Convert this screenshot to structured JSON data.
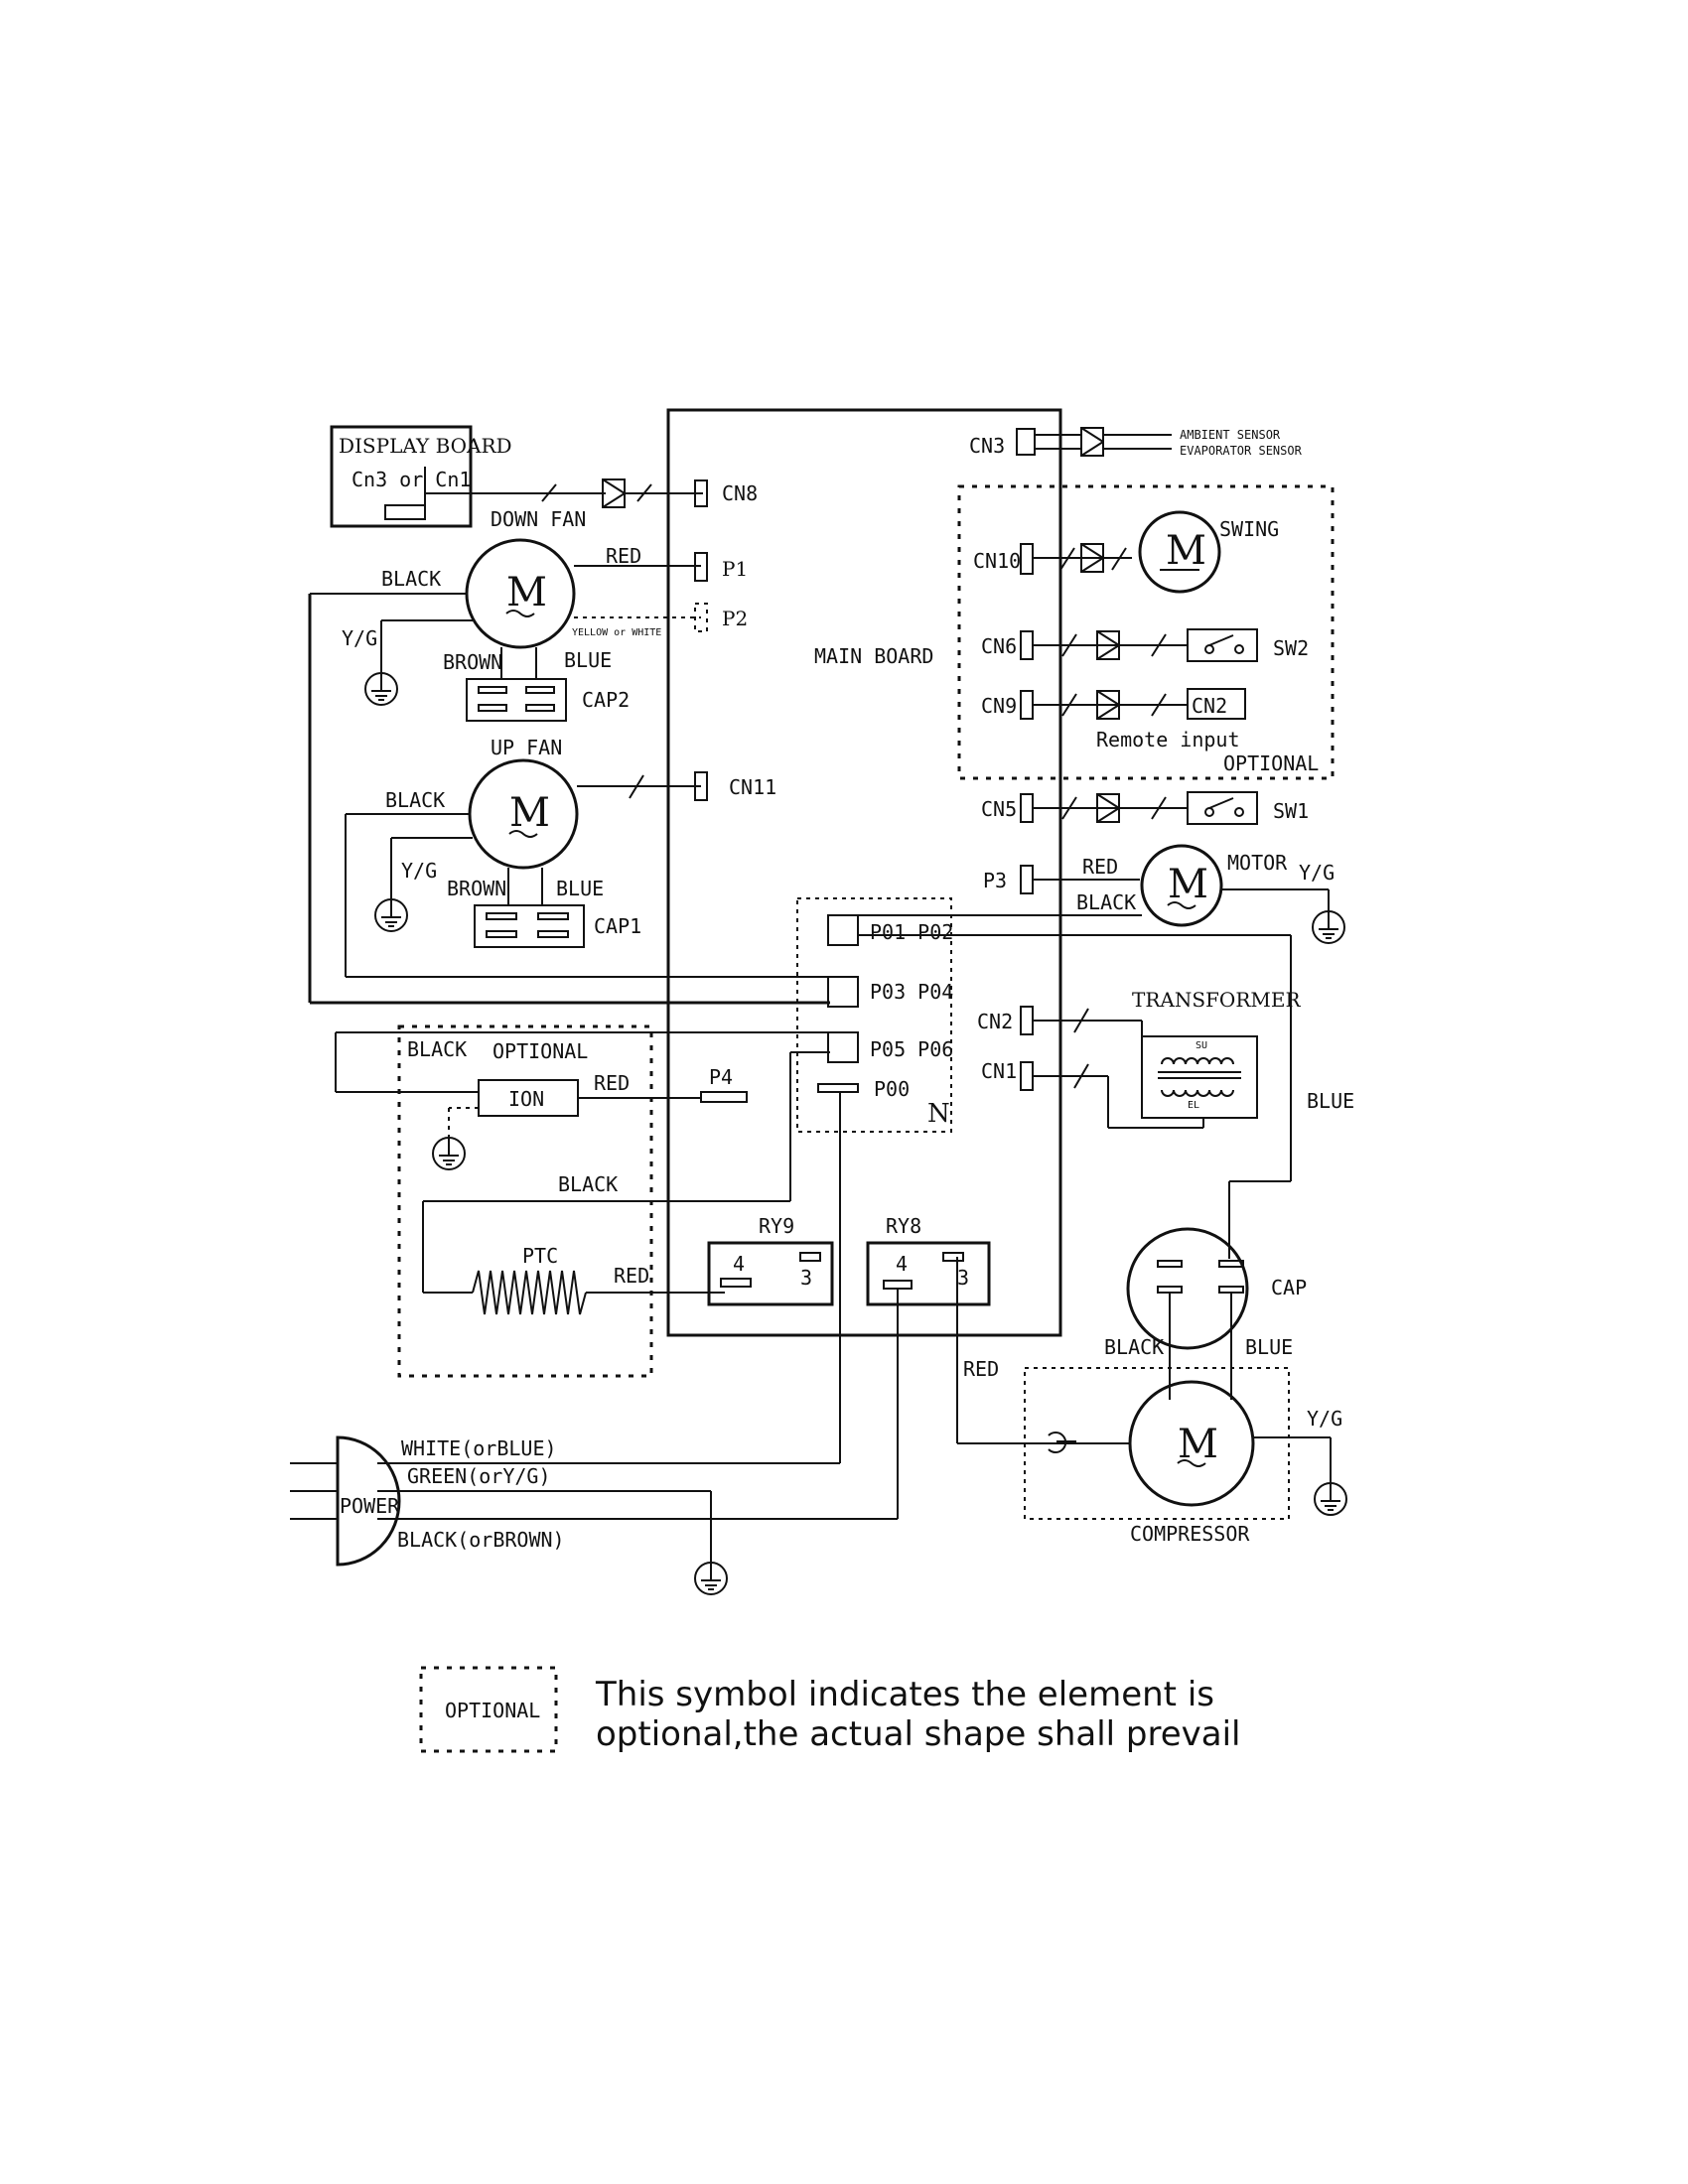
{
  "display_board": {
    "title": "DISPLAY BOARD",
    "connector": "Cn3 or Cn1"
  },
  "main_board": {
    "label": "MAIN BOARD"
  },
  "connectors": {
    "cn3": "CN3",
    "cn8": "CN8",
    "p1": "P1",
    "p2": "P2",
    "cn11": "CN11",
    "cn10": "CN10",
    "cn6": "CN6",
    "cn9": "CN9",
    "cn5": "CN5",
    "p3": "P3",
    "cn2": "CN2",
    "cn1": "CN1",
    "p4": "P4",
    "p00": "P00",
    "n": "N",
    "p01_p02": "P01 P02",
    "p03_p04": "P03 P04",
    "p05_p06": "P05 P06"
  },
  "sensors": {
    "ambient": "AMBIENT SENSOR",
    "evaporator": "EVAPORATOR SENSOR"
  },
  "down_fan": {
    "title": "DOWN FAN",
    "black": "BLACK",
    "red": "RED",
    "yg": "Y/G",
    "yellow_white": "YELLOW or WHITE",
    "brown": "BROWN",
    "blue": "BLUE",
    "cap": "CAP2"
  },
  "up_fan": {
    "title": "UP FAN",
    "black": "BLACK",
    "yg": "Y/G",
    "brown": "BROWN",
    "blue": "BLUE",
    "cap": "CAP1"
  },
  "swing": {
    "label": "SWING"
  },
  "optional_right": {
    "sw2": "SW2",
    "cn2_remote": "CN2",
    "remote_input": "Remote input",
    "optional": "OPTIONAL"
  },
  "sw1": "SW1",
  "motor": {
    "label": "MOTOR",
    "red": "RED",
    "black": "BLACK",
    "yg": "Y/G"
  },
  "transformer": {
    "label": "TRANSFORMER",
    "primary": "SU",
    "secondary": "EL"
  },
  "heater": {
    "black_top": "BLACK",
    "optional": "OPTIONAL",
    "ion": "ION",
    "red_ion": "RED",
    "black": "BLACK",
    "ptc": "PTC",
    "red_ptc": "RED"
  },
  "relays": {
    "ry9": "RY9",
    "ry8": "RY8",
    "pin4": "4",
    "pin3": "3"
  },
  "compressor": {
    "label": "COMPRESSOR",
    "cap": "CAP",
    "black": "BLACK",
    "blue": "BLUE",
    "yg": "Y/G",
    "red": "RED",
    "blue_wire": "BLUE"
  },
  "power": {
    "label": "POWER",
    "white": "WHITE(orBLUE)",
    "green": "GREEN(orY/G)",
    "black": "BLACK(orBROWN)"
  },
  "motor_symbol": "M",
  "legend": {
    "box_label": "OPTIONAL",
    "line1": "This symbol indicates the element is",
    "line2": "optional,the actual shape shall prevail"
  }
}
